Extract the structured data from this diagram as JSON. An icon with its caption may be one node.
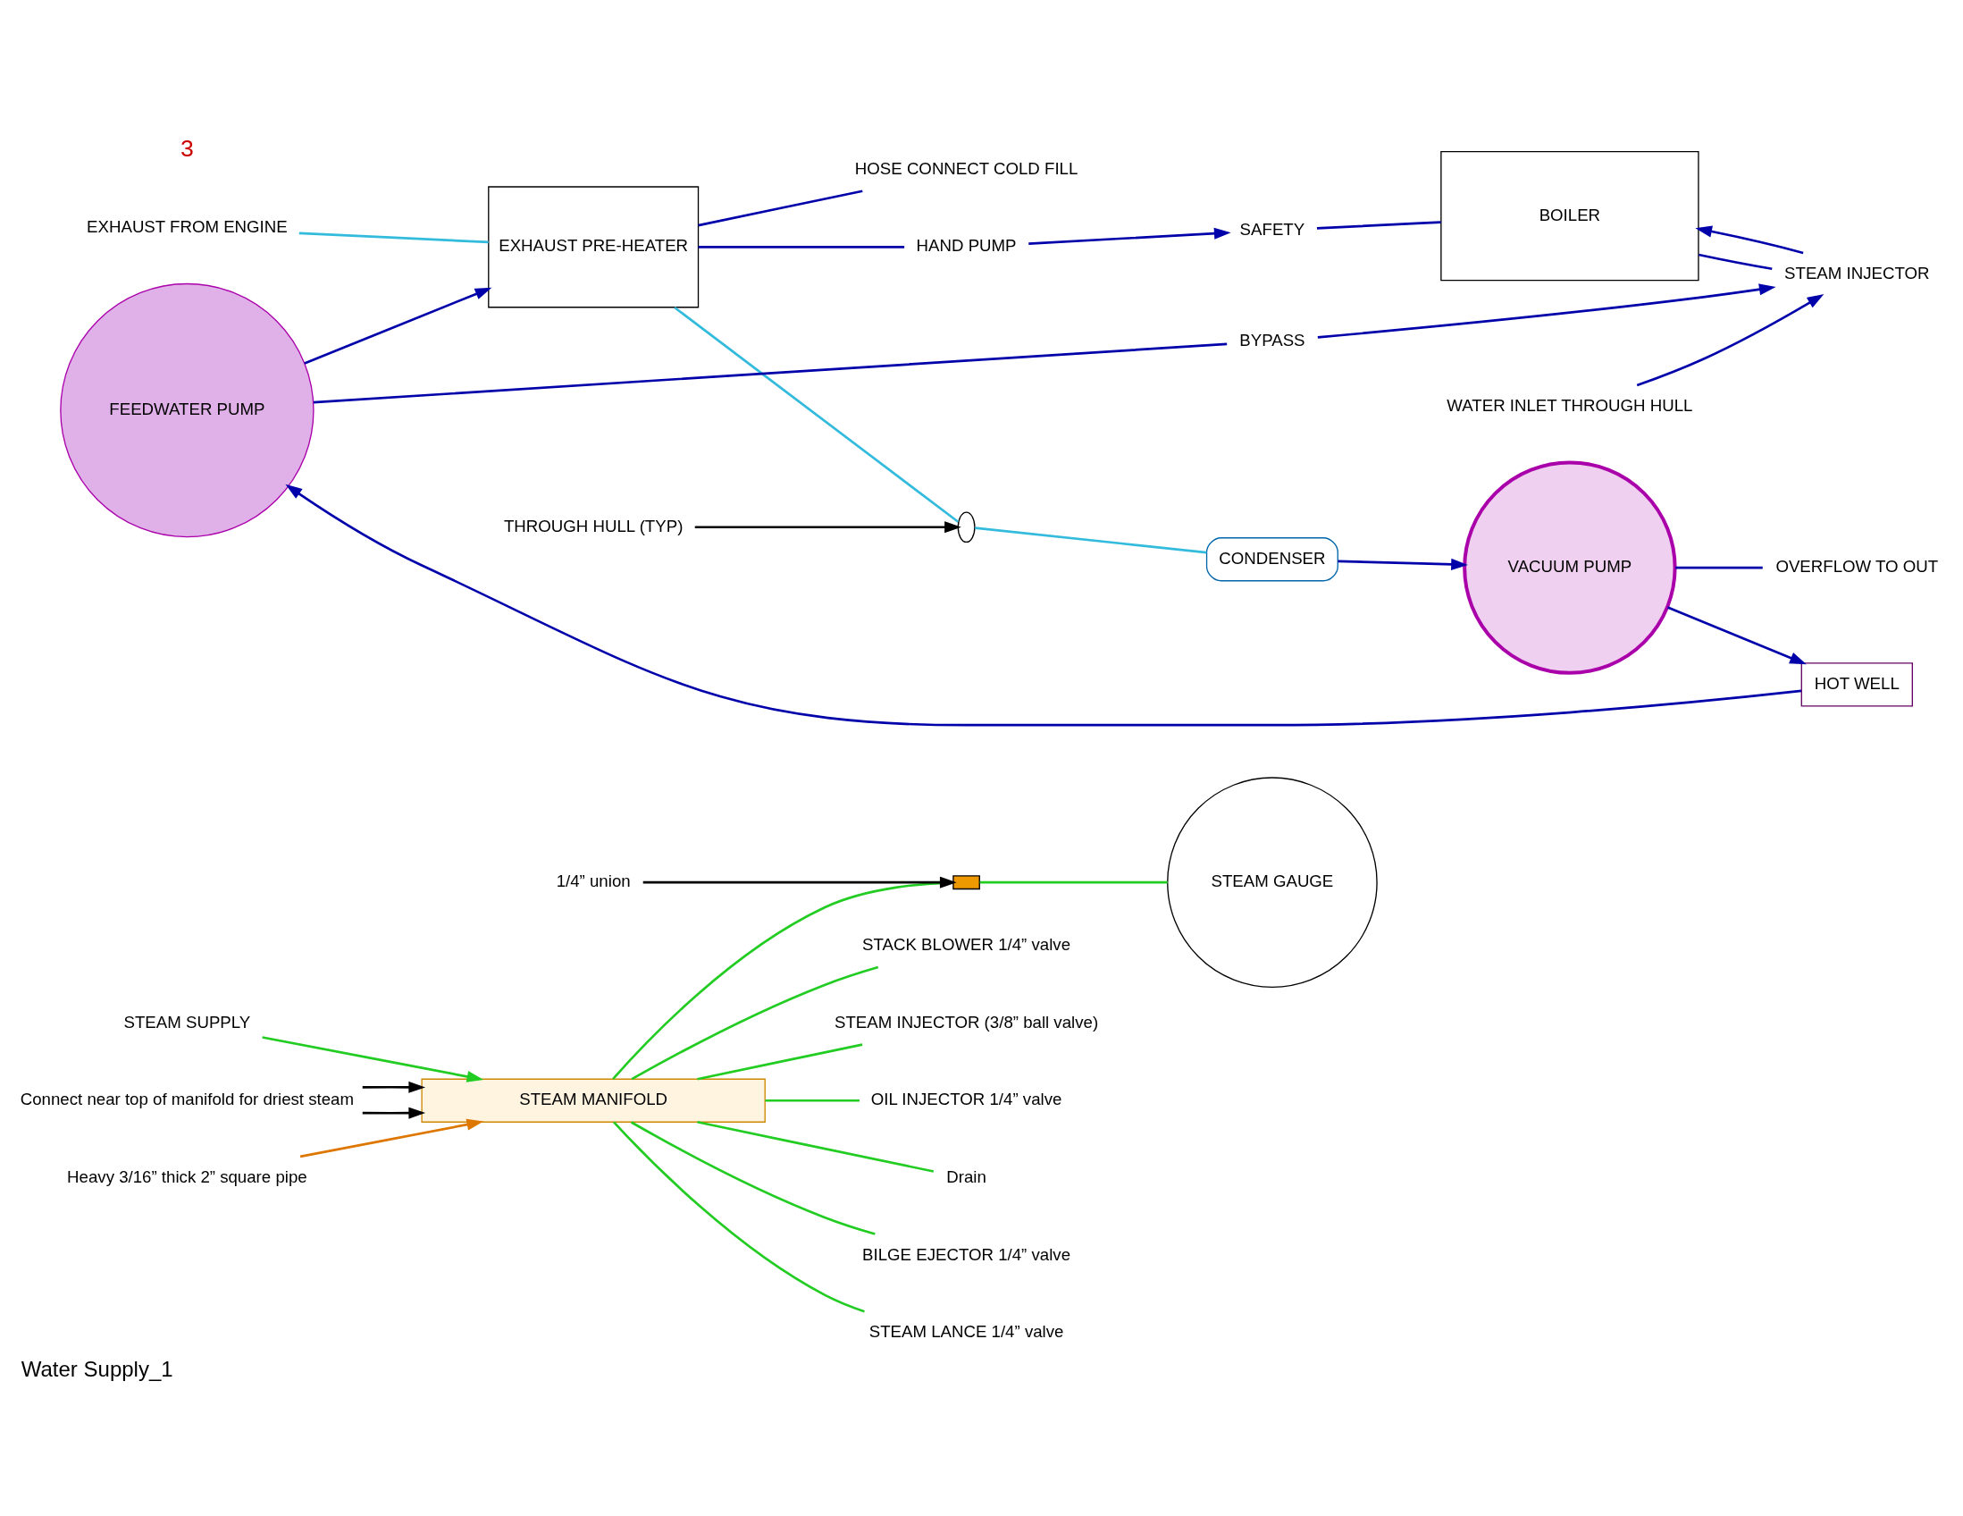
{
  "diagram": {
    "caption": "Water Supply_1",
    "nodes": [
      {
        "text": [
          "STEAM MANIFOLD"
        ]
      },
      {
        "text": [
          "STEAM SUPPLY"
        ]
      },
      {
        "text": [
          "STACK BLOWER 1/4” valve"
        ]
      },
      {
        "text": [
          "STEAM GAUGE"
        ]
      },
      {
        "text": [
          "1/4” union"
        ]
      },
      {
        "text": [],
        "shape": "box"
      },
      {
        "text": [
          "STEAM INJECTOR (3/8” ball valve)"
        ]
      },
      {
        "text": [
          "Connect near top of manifold for driest steam"
        ]
      },
      {
        "text": [
          "OIL INJECTOR 1/4” valve"
        ]
      },
      {
        "text": [
          "Drain"
        ]
      },
      {
        "text": [
          "BILGE EJECTOR 1/4” valve"
        ]
      },
      {
        "text": [
          "STEAM LANCE 1/4” valve"
        ]
      },
      {
        "text": [
          "Heavy 3/16” thick 2” square pipe"
        ]
      },
      {
        "text": [
          "BOILER"
        ]
      },
      {
        "text": [
          "EXHAUST PRE-HEATER"
        ]
      },
      {
        "text": [
          "EXHAUST FROM ENGINE"
        ]
      },
      {
        "text": [
          "HAND PUMP"
        ]
      },
      {
        "text": [
          "SAFETY"
        ]
      },
      {
        "text": [
          "HOSE CONNECT COLD FILL"
        ]
      },
      {
        "text": [
          "FEEDWATER PUMP"
        ]
      },
      {
        "text": [
          "STEAM INJECTOR"
        ]
      },
      {
        "text": [
          "BYPASS"
        ]
      },
      {
        "text": [
          "WATER INLET THROUGH HULL"
        ]
      },
      {
        "text": [
          "THROUGH HULL (TYP)"
        ]
      },
      {
        "text": [],
        "shape": "circle"
      },
      {
        "text": [
          "CONDENSER"
        ]
      },
      {
        "text": [
          "VACUUM PUMP"
        ]
      },
      {
        "text": [
          "OVERFLOW TO OUT"
        ]
      },
      {
        "text": [
          "HOT WELL"
        ]
      }
    ],
    "edges": [
      {
        "from": 1,
        "to": 0,
        "arrow": "to",
        "color": "#22cc22"
      },
      {
        "from": 0,
        "to": 2,
        "arrow": "none",
        "color": "#22cc22"
      },
      {
        "from": 0,
        "to": 5,
        "arrow": "none",
        "color": "#22cc22"
      },
      {
        "from": 5,
        "to": 3,
        "arrow": "none",
        "color": "#22cc22"
      },
      {
        "from": 4,
        "to": 5,
        "arrow": "to",
        "color": "#000000"
      },
      {
        "from": 0,
        "to": 6,
        "arrow": "none",
        "color": "#22cc22"
      },
      {
        "from": 7,
        "to": 0,
        "arrow": "to",
        "color": "#000000"
      },
      {
        "from": 7,
        "to": 0,
        "arrow": "to",
        "color": "#000000"
      },
      {
        "from": 0,
        "to": 8,
        "arrow": "none",
        "color": "#22cc22"
      },
      {
        "from": 0,
        "to": 9,
        "arrow": "none",
        "color": "#22cc22"
      },
      {
        "from": 0,
        "to": 10,
        "arrow": "none",
        "color": "#22cc22"
      },
      {
        "from": 0,
        "to": 11,
        "arrow": "none",
        "color": "#22cc22"
      },
      {
        "from": 12,
        "to": 0,
        "arrow": "to",
        "color": "#dd7700"
      },
      {
        "from": 15,
        "to": 14,
        "arrow": "none",
        "color": "#33bbdd"
      },
      {
        "from": 14,
        "to": 16,
        "arrow": "none"
      },
      {
        "from": 16,
        "to": 17,
        "arrow": "to"
      },
      {
        "from": 17,
        "to": 13,
        "arrow": "none"
      },
      {
        "from": 14,
        "to": 18,
        "arrow": "none"
      },
      {
        "from": 13,
        "to": 20,
        "arrow": "none"
      },
      {
        "from": 22,
        "to": 20,
        "arrow": "to"
      },
      {
        "from": 20,
        "to": 13,
        "arrow": "to"
      },
      {
        "from": 19,
        "to": 14,
        "arrow": "to"
      },
      {
        "from": 19,
        "to": 21,
        "arrow": "none"
      },
      {
        "from": 21,
        "to": 20,
        "arrow": "to"
      },
      {
        "from": 14,
        "to": 24,
        "arrow": "none",
        "color": "#33bbdd"
      },
      {
        "from": 23,
        "to": 24,
        "arrow": "to",
        "color": "#000000"
      },
      {
        "from": 24,
        "to": 25,
        "arrow": "none",
        "color": "#33bbdd"
      },
      {
        "from": 25,
        "to": 26,
        "arrow": "to"
      },
      {
        "from": 26,
        "to": 28,
        "arrow": "to"
      },
      {
        "from": 26,
        "to": 27,
        "arrow": "none"
      },
      {
        "from": 28,
        "to": 19,
        "arrow": "to"
      }
    ],
    "labels": [
      "3"
    ]
  }
}
